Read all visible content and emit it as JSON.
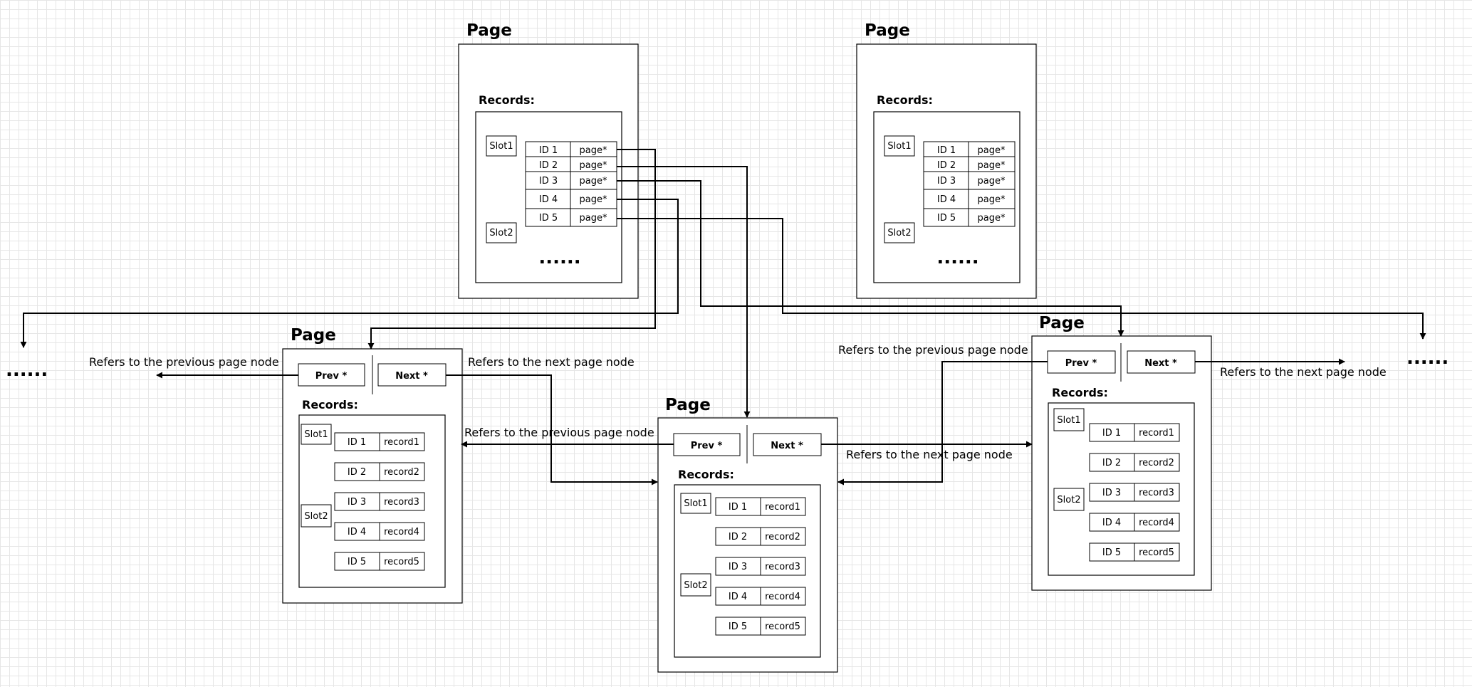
{
  "labels": {
    "page": "Page",
    "records": "Records:",
    "slot1": "Slot1",
    "slot2": "Slot2",
    "prev": "Prev *",
    "next": "Next *",
    "ellipsis": "......",
    "prev_ref": "Refers to the previous page node",
    "next_ref": "Refers to the next page node"
  },
  "index_rows": [
    {
      "id": "ID 1",
      "ptr": "page*"
    },
    {
      "id": "ID 2",
      "ptr": "page*"
    },
    {
      "id": "ID 3",
      "ptr": "page*"
    },
    {
      "id": "ID 4",
      "ptr": "page*"
    },
    {
      "id": "ID 5",
      "ptr": "page*"
    }
  ],
  "leaf_rows": [
    {
      "id": "ID 1",
      "rec": "record1"
    },
    {
      "id": "ID 2",
      "rec": "record2"
    },
    {
      "id": "ID 3",
      "rec": "record3"
    },
    {
      "id": "ID 4",
      "rec": "record4"
    },
    {
      "id": "ID 5",
      "rec": "record5"
    }
  ]
}
